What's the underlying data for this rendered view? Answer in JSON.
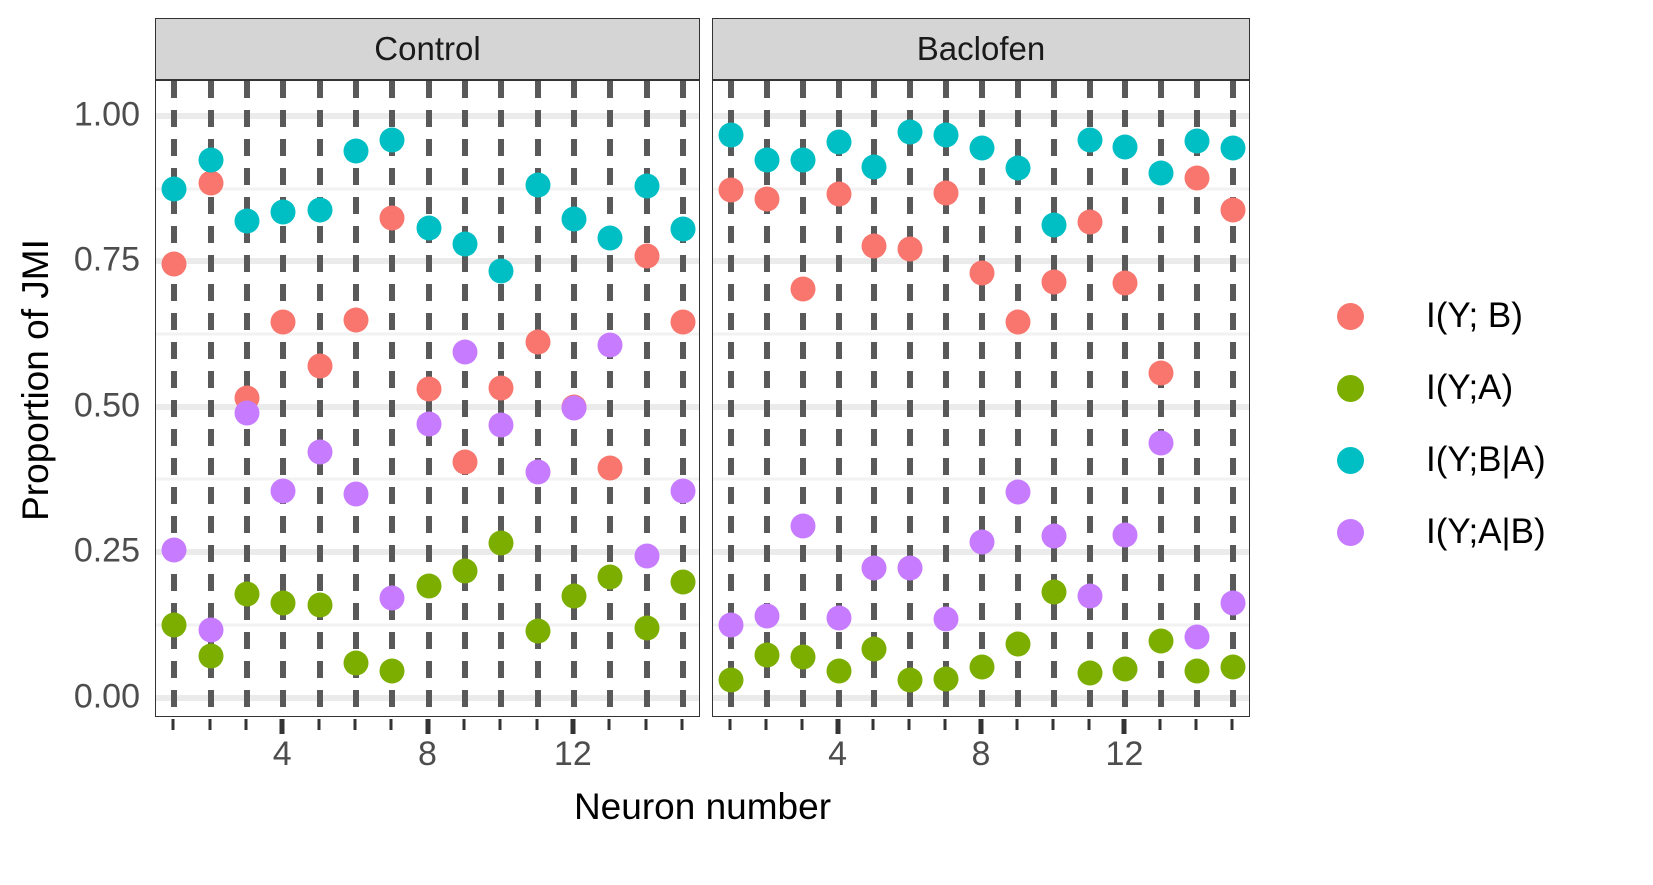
{
  "chart_data": {
    "type": "scatter",
    "title": "",
    "xlabel": "Neuron number",
    "ylabel": "Proportion of JMI",
    "ylim": [
      0.0,
      1.0
    ],
    "yticks": [
      0.0,
      0.25,
      0.5,
      0.75,
      1.0
    ],
    "ytick_labels": [
      "0.00",
      "0.25",
      "0.50",
      "0.75",
      "1.00"
    ],
    "xlim": [
      0.5,
      15.5
    ],
    "xticks": [
      4,
      8,
      12
    ],
    "xtick_labels": [
      "4",
      "8",
      "12"
    ],
    "x_minor_ticks": [
      1,
      2,
      3,
      5,
      6,
      7,
      9,
      10,
      11,
      13,
      14,
      15
    ],
    "grid": "horizontal-major-minor + vertical-dashed-per-neuron",
    "legend_position": "right",
    "facets": [
      "Control",
      "Baclofen"
    ],
    "x": [
      1,
      2,
      3,
      4,
      5,
      6,
      7,
      8,
      9,
      10,
      11,
      12,
      13,
      14,
      15
    ],
    "panels": [
      {
        "label": "Control",
        "series": [
          {
            "name": "I(Y; B)",
            "color": "#F8766D",
            "values": [
              0.745,
              0.885,
              0.515,
              0.645,
              0.57,
              0.65,
              0.825,
              0.53,
              0.405,
              0.532,
              0.612,
              0.5,
              0.395,
              0.76,
              0.645
            ]
          },
          {
            "name": "I(Y;A)",
            "color": "#7CAE00",
            "values": [
              0.125,
              0.072,
              0.178,
              0.163,
              0.16,
              0.06,
              0.045,
              0.192,
              0.218,
              0.265,
              0.115,
              0.175,
              0.207,
              0.12,
              0.198
            ]
          },
          {
            "name": "I(Y;B|A)",
            "color": "#00BFC4",
            "values": [
              0.875,
              0.925,
              0.82,
              0.835,
              0.838,
              0.94,
              0.958,
              0.808,
              0.78,
              0.733,
              0.882,
              0.822,
              0.79,
              0.88,
              0.805
            ]
          },
          {
            "name": "I(Y;A|B)",
            "color": "#C77CFF",
            "values": [
              0.253,
              0.117,
              0.49,
              0.355,
              0.423,
              0.35,
              0.172,
              0.47,
              0.595,
              0.468,
              0.388,
              0.498,
              0.607,
              0.243,
              0.355
            ]
          }
        ]
      },
      {
        "label": "Baclofen",
        "series": [
          {
            "name": "I(Y; B)",
            "color": "#F8766D",
            "values": [
              0.872,
              0.857,
              0.703,
              0.865,
              0.777,
              0.772,
              0.868,
              0.73,
              0.645,
              0.715,
              0.818,
              0.713,
              0.558,
              0.893,
              0.838
            ]
          },
          {
            "name": "I(Y;A)",
            "color": "#7CAE00",
            "values": [
              0.03,
              0.073,
              0.07,
              0.045,
              0.083,
              0.03,
              0.032,
              0.052,
              0.092,
              0.182,
              0.042,
              0.05,
              0.098,
              0.045,
              0.053
            ]
          },
          {
            "name": "I(Y;B|A)",
            "color": "#00BFC4",
            "values": [
              0.968,
              0.925,
              0.925,
              0.955,
              0.912,
              0.972,
              0.968,
              0.945,
              0.91,
              0.813,
              0.958,
              0.947,
              0.902,
              0.957,
              0.945
            ]
          },
          {
            "name": "I(Y;A|B)",
            "color": "#C77CFF",
            "values": [
              0.125,
              0.14,
              0.295,
              0.137,
              0.222,
              0.223,
              0.135,
              0.268,
              0.353,
              0.277,
              0.175,
              0.28,
              0.437,
              0.105,
              0.162
            ]
          }
        ]
      }
    ]
  },
  "legend": {
    "items": [
      {
        "label": "I(Y; B)",
        "color": "#F8766D"
      },
      {
        "label": "I(Y;A)",
        "color": "#7CAE00"
      },
      {
        "label": "I(Y;B|A)",
        "color": "#00BFC4"
      },
      {
        "label": "I(Y;A|B)",
        "color": "#C77CFF"
      }
    ]
  }
}
